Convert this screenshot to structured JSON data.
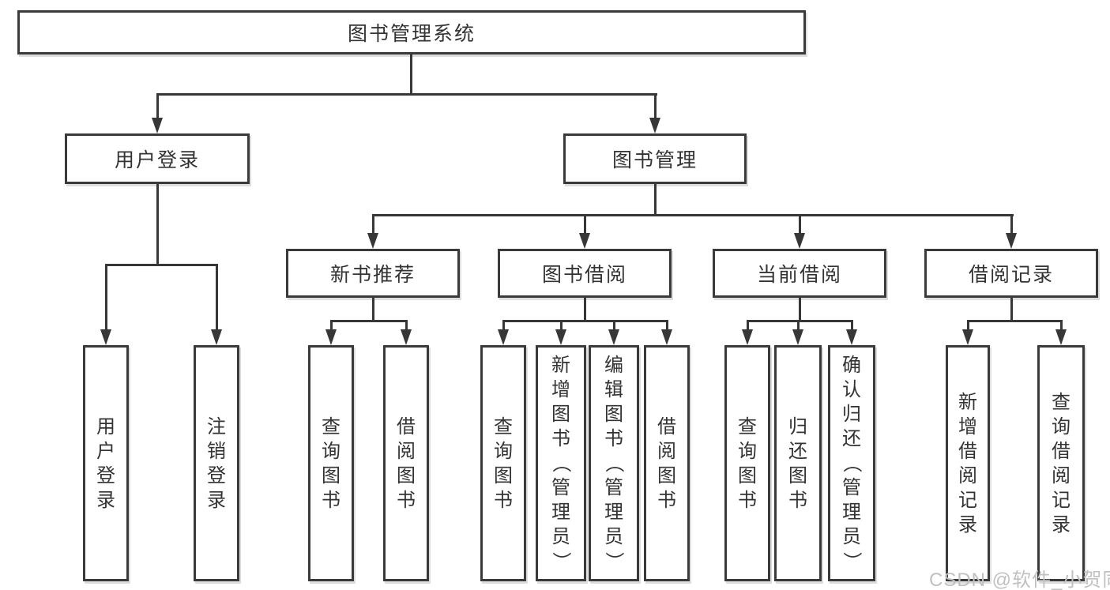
{
  "diagram": {
    "root": {
      "label": "图书管理系统"
    },
    "branches": [
      {
        "label": "用户登录",
        "children": [
          {
            "label": "用户登录"
          },
          {
            "label": "注销登录"
          }
        ]
      },
      {
        "label": "图书管理",
        "children": [
          {
            "label": "新书推荐",
            "children": [
              {
                "label": "查询图书"
              },
              {
                "label": "借阅图书"
              }
            ]
          },
          {
            "label": "图书借阅",
            "children": [
              {
                "label": "查询图书"
              },
              {
                "label": "新增图书（管理员）"
              },
              {
                "label": "编辑图书（管理员）"
              },
              {
                "label": "借阅图书"
              }
            ]
          },
          {
            "label": "当前借阅",
            "children": [
              {
                "label": "查询图书"
              },
              {
                "label": "归还图书"
              },
              {
                "label": "确认归还（管理员）"
              }
            ]
          },
          {
            "label": "借阅记录",
            "children": [
              {
                "label": "新增借阅记录"
              },
              {
                "label": "查询借阅记录"
              }
            ]
          }
        ]
      }
    ]
  },
  "watermark": {
    "text": "CSDN @软件_小贺同学"
  },
  "colors": {
    "line": "#373737",
    "text": "#333333",
    "box_border": "#3a3a3a",
    "background": "#ffffff",
    "watermark": "#c0c0c0"
  }
}
